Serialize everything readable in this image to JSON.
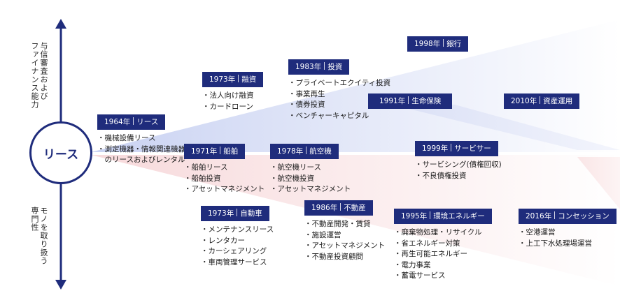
{
  "axis": {
    "top_label": "与信審査および\nファイナンス能力",
    "bottom_label": "モノを取り扱う\n専門性",
    "center": "リース"
  },
  "nodes": [
    {
      "key": "1964",
      "year": "1964年",
      "field": "リース",
      "items": [
        "・機械設備リース",
        "・測定機器・情報関連機器",
        "　のリースおよびレンタル"
      ]
    },
    {
      "key": "1973a",
      "year": "1973年",
      "field": "融資",
      "items": [
        "・法人向け融資",
        "・カードローン"
      ]
    },
    {
      "key": "1983",
      "year": "1983年",
      "field": "投資",
      "items": [
        "・プライベートエクイティ投資",
        "・事業再生",
        "・債券投資",
        "・ベンチャーキャピタル"
      ]
    },
    {
      "key": "1998",
      "year": "1998年",
      "field": "銀行",
      "items": []
    },
    {
      "key": "1991",
      "year": "1991年",
      "field": "生命保険",
      "items": []
    },
    {
      "key": "2010",
      "year": "2010年",
      "field": "資産運用",
      "items": []
    },
    {
      "key": "1971",
      "year": "1971年",
      "field": "船舶",
      "items": [
        "・船舶リース",
        "・船舶投資",
        "・アセットマネジメント"
      ]
    },
    {
      "key": "1978",
      "year": "1978年",
      "field": "航空機",
      "items": [
        "・航空機リース",
        "・航空機投資",
        "・アセットマネジメント"
      ]
    },
    {
      "key": "1999",
      "year": "1999年",
      "field": "サービサー",
      "items": [
        "・サービシング(債権回収)",
        "・不良債権投資"
      ]
    },
    {
      "key": "1973b",
      "year": "1973年",
      "field": "自動車",
      "items": [
        "・メンテナンスリース",
        "・レンタカー",
        "・カーシェアリング",
        "・車両管理サービス"
      ]
    },
    {
      "key": "1986",
      "year": "1986年",
      "field": "不動産",
      "items": [
        "・不動産開発・賃貸",
        "・施設運営",
        "・アセットマネジメント",
        "・不動産投資顧問"
      ]
    },
    {
      "key": "1995",
      "year": "1995年",
      "field": "環境エネルギー",
      "items": [
        "・廃棄物処理・リサイクル",
        "・省エネルギー対策",
        "・再生可能エネルギー",
        "・電力事業",
        "・蓄電サービス"
      ]
    },
    {
      "key": "2016",
      "year": "2016年",
      "field": "コンセッション",
      "items": [
        "・空港運営",
        "・上工下水処理場運営"
      ]
    }
  ]
}
